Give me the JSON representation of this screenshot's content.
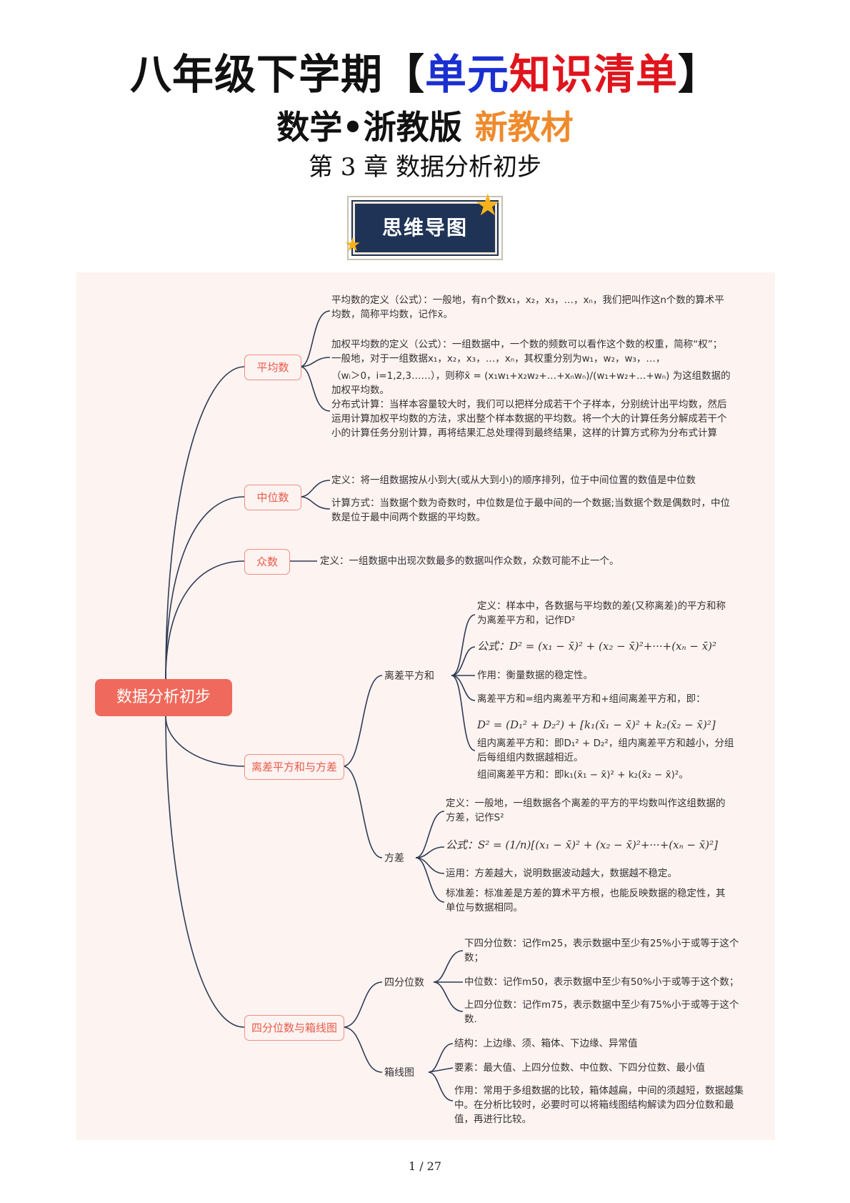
{
  "header": {
    "title_prefix": "八年级下学期【",
    "title_blue": "单元",
    "title_red": "知识清单",
    "title_suffix": "】",
    "subtitle": "数学•浙教版",
    "subtitle_highlight": "新教材",
    "chapter": "第 3 章  数据分析初步",
    "badge": "思维导图"
  },
  "mindmap": {
    "root": "数据分析初步",
    "mean": {
      "label": "平均数",
      "def": "平均数的定义（公式）：一般地，有n个数x₁，x₂，x₃，…，xₙ，我们把叫作这n个数的算术平均数，简称平均数，记作x̄。",
      "weighted_1": "加权平均数的定义（公式）：一组数据中，一个数的频数可以看作这个数的权重，简称“权”；一般地，对于一组数据x₁，x₂，x₃，…，xₙ，其权重分别为w₁，w₂，w₃，…，",
      "weighted_2": "（wᵢ＞0，i=1,2,3……），则称x̄ = (x₁w₁+x₂w₂+…+xₙwₙ)/(w₁+w₂+…+wₙ) 为这组数据的加权平均数。",
      "distributed": "分布式计算：当样本容量较大时，我们可以把样分成若干个子样本，分别统计出平均数，然后运用计算加权平均数的方法，求出整个样本数据的平均数。将一个大的计算任务分解成若干个小的计算任务分别计算，再将结果汇总处理得到最终结果，这样的计算方式称为分布式计算"
    },
    "median": {
      "label": "中位数",
      "def": "定义：将一组数据按从小到大(或从大到小)的顺序排列，位于中间位置的数值是中位数",
      "calc": "计算方式：当数据个数为奇数时，中位数是位于最中间的一个数据;当数据个数是偶数时，中位数是位于最中间两个数据的平均数。"
    },
    "mode": {
      "label": "众数",
      "def": "定义：一组数据中出现次数最多的数据叫作众数，众数可能不止一个。"
    },
    "dev": {
      "label": "离差平方和与方差",
      "ss": {
        "label": "离差平方和",
        "def": "定义：样本中，各数据与平均数的差(又称离差)的平方和称为离差平方和，记作D²",
        "formula": "公式：D² = (x₁ − x̄)² + (x₂ − x̄)²+···+(xₙ − x̄)²",
        "use": "作用：衡量数据的稳定性。",
        "decomp": "离差平方和=组内离差平方和+组间离差平方和，即：",
        "decomp_formula": "D² = (D₁² + D₂²) + [k₁(x̄₁ − x̄)² + k₂(x̄₂ − x̄)²]",
        "within": "组内离差平方和：即D₁² + D₂²，组内离差平方和越小，分组后每组组内数据越相近。",
        "between": "组间离差平方和：即k₁(x̄₁ − x̄)² + k₂(x̄₂ − x̄)²。"
      },
      "var": {
        "label": "方差",
        "def": "定义：一般地，一组数据各个离差的平方的平均数叫作这组数据的方差，记作S²",
        "formula": "公式：S² = (1/n)[(x₁ − x̄)² + (x₂ − x̄)²+···+(xₙ − x̄)²]",
        "use": "运用：方差越大，说明数据波动越大，数据越不稳定。",
        "std": "标准差：标准差是方差的算术平方根，也能反映数据的稳定性，其单位与数据相同。"
      }
    },
    "quart": {
      "label": "四分位数与箱线图",
      "q": {
        "label": "四分位数",
        "lower": "下四分位数：记作m25，表示数据中至少有25%小于或等于这个数；",
        "mid": "中位数：记作m50，表示数据中至少有50%小于或等于这个数；",
        "upper": "上四分位数：记作m75，表示数据中至少有75%小于或等于这个数."
      },
      "box": {
        "label": "箱线图",
        "struct": "结构：上边缘、须、箱体、下边缘、异常值",
        "elements": "要素：最大值、上四分位数、中位数、下四分位数、最小值",
        "use": "作用：常用于多组数据的比较，箱体越扁，中间的须越短，数据越集中。在分析比较时，必要时可以将箱线图结构解读为四分位数和最值，再进行比较。"
      }
    }
  },
  "footer": {
    "page": "1 / 27"
  },
  "colors": {
    "root": "#ef6a5c",
    "node_border": "#ef8f84",
    "line": "#2e3b55",
    "panel": "#fdf3f1"
  }
}
